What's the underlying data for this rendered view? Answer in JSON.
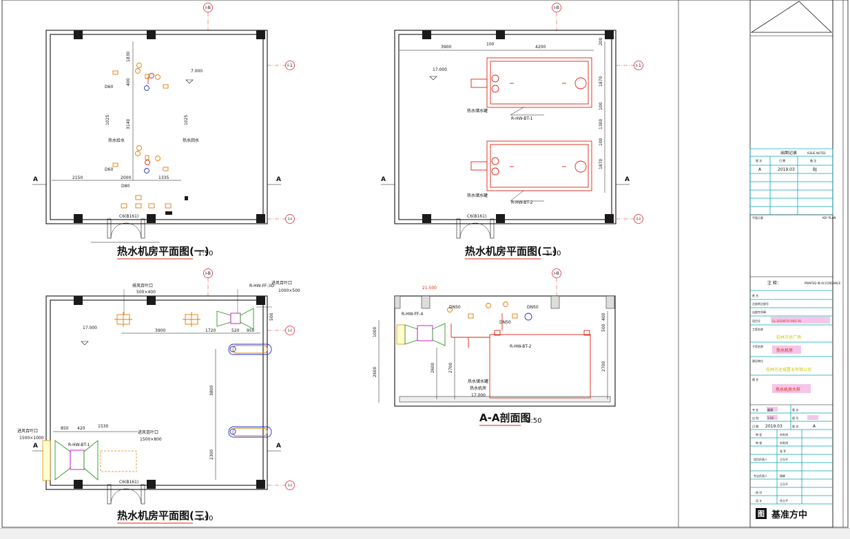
{
  "drawings": {
    "plan1": {
      "title": "热水机房平面图(一)",
      "scale": "1:50"
    },
    "plan2": {
      "title": "热水机房平面图(二)",
      "scale": "1:50"
    },
    "plan3": {
      "title": "热水机房平面图(三)",
      "scale": "1:50"
    },
    "section": {
      "title": "A-A剖面图",
      "scale": "1:50"
    }
  },
  "grid_labels": {
    "v": "I-B",
    "h_upper": "I-1",
    "h_lower": "I-I",
    "h_plan3": "I-I",
    "section_a": "A"
  },
  "plan1_labels": {
    "dims_bottom": [
      "2150",
      "2000",
      "1335"
    ],
    "dims_vert": [
      "1830",
      "400",
      "3140",
      "1025",
      "1025"
    ],
    "dn_labels": [
      "D60",
      "D60",
      "D80"
    ],
    "top_notes": [
      "7.000"
    ],
    "anno_a": "热水给水",
    "anno_b": "热水回水",
    "door": "C6(B161)"
  },
  "plan2_labels": {
    "dims_top": [
      "3900",
      "100",
      "4200"
    ],
    "dims_right": [
      "200",
      "1870",
      "100",
      "1300",
      "100",
      "1870"
    ],
    "tank1": "R-HW-BT-1",
    "tank2": "R-HW-BT-2",
    "tank_note": "热水储水罐",
    "elev": "17.000",
    "door": "C6(B161)"
  },
  "plan3_labels": {
    "vent_top1": "排风百叶口",
    "vent_top1_size": "500×400",
    "vent_top2": "R-HW-FF-3D",
    "vent_top3": "进风百叶口",
    "vent_top3_size": "1000×500",
    "dims_top": [
      "3900",
      "1720",
      "520",
      "950"
    ],
    "dims_right": [
      "3800",
      "2300"
    ],
    "dims_bottom_left": [
      "850",
      "420",
      "1530"
    ],
    "vent_left": "进风百叶口",
    "vent_left_size": "1500×1000",
    "vent_left2": "进风百叶口",
    "vent_left2_size": "1500×800",
    "unit": "R-HW-BT-1",
    "elev": "17.000",
    "door": "C6(B161)"
  },
  "section_labels": {
    "top_elev": "21.500",
    "unit": "R-HW-FF-4",
    "tank": "R-HW-BT-2",
    "dims_left": [
      "1000",
      "2600",
      "2600",
      "2700"
    ],
    "dims_right": [
      "400",
      "500",
      "2700"
    ],
    "dn": [
      "DN50",
      "DN50",
      "DN50"
    ],
    "note1": "热水储水罐",
    "note2": "热水机房",
    "elev": "17.000"
  },
  "title_block": {
    "issue_header": "出图记录",
    "issue_header_en": "ISSUE NOTES",
    "col_ver": "版 次",
    "col_date": "日 期",
    "col_note": "备 注",
    "row_ver": "A",
    "row_date": "2019.03",
    "row_note": "BJ",
    "plan_label": "平面示意",
    "key_plan": "KEY PLAN",
    "notes_label": "注 释：",
    "notes_en": "PRINTED IN ACCORDANCE",
    "name_label": "姓 名",
    "cert_label": "注册师注册号",
    "stamp_label": "出图专用章",
    "project_no_label": "项目号",
    "project_no": "GL-2019070-3001-01",
    "project_label": "工程名称",
    "project_name": "桂林万达广场",
    "subproject_label": "子项名称",
    "subproject": "热水机房",
    "client_label": "建设单位",
    "client": "桂林万达城置业有限公司",
    "drawing_label": "图 名",
    "drawing_name": "热水机房大样",
    "spec_label": "专 业",
    "spec": "暖通",
    "ver_label": "版 次",
    "ver": "A",
    "scale_label": "比 例",
    "scale": "1:50",
    "sheet_label": "图 号",
    "date_label": "日 期",
    "date": "2019.03",
    "role_rows": [
      "审 定",
      "审 核",
      "项目负责人",
      "专业负责人",
      "校 对",
      "设 计"
    ],
    "role_names": [
      "刘利鸿",
      "刘利鸿",
      "张 军",
      "王乐平",
      "杨辉",
      "王乐平",
      "徐立平"
    ],
    "company": "基准方中",
    "company_mark": "图"
  }
}
